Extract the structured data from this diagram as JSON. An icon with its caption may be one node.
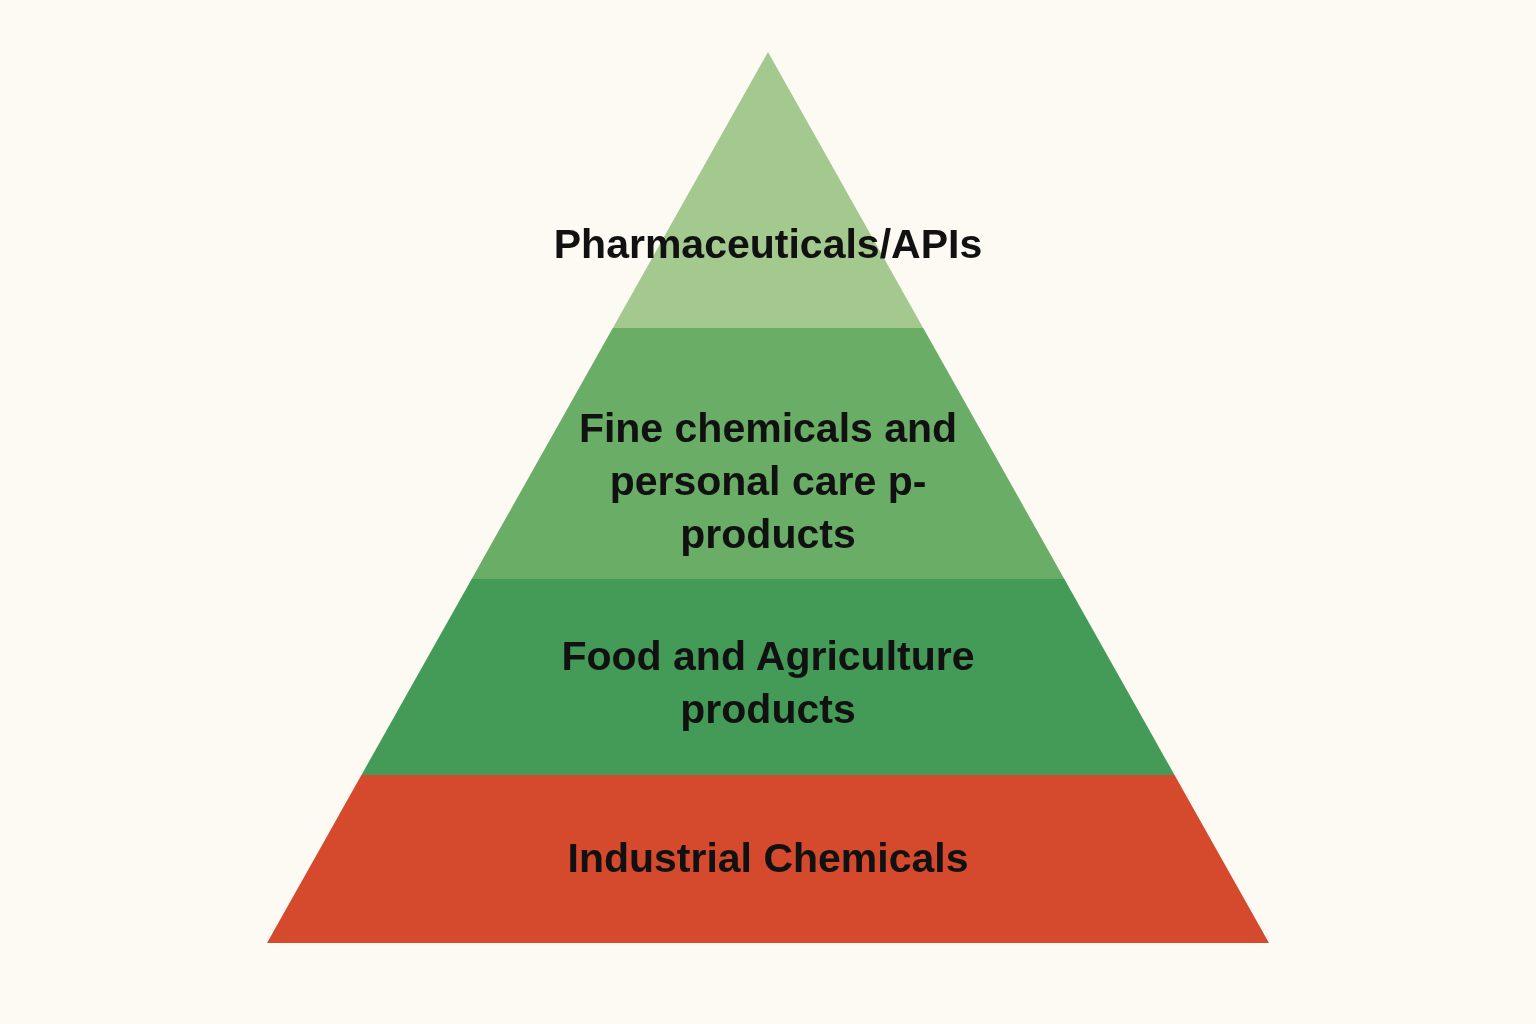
{
  "diagram": {
    "nodes": [
      {
        "text": [
          "Pharmaceuticals/APIs"
        ]
      },
      {
        "text": [
          "Fine chemicals and personal care p- products"
        ]
      },
      {
        "text": [
          "Food and Agriculture products"
        ]
      },
      {
        "text": [
          "Industrial Chemicals"
        ]
      }
    ]
  }
}
